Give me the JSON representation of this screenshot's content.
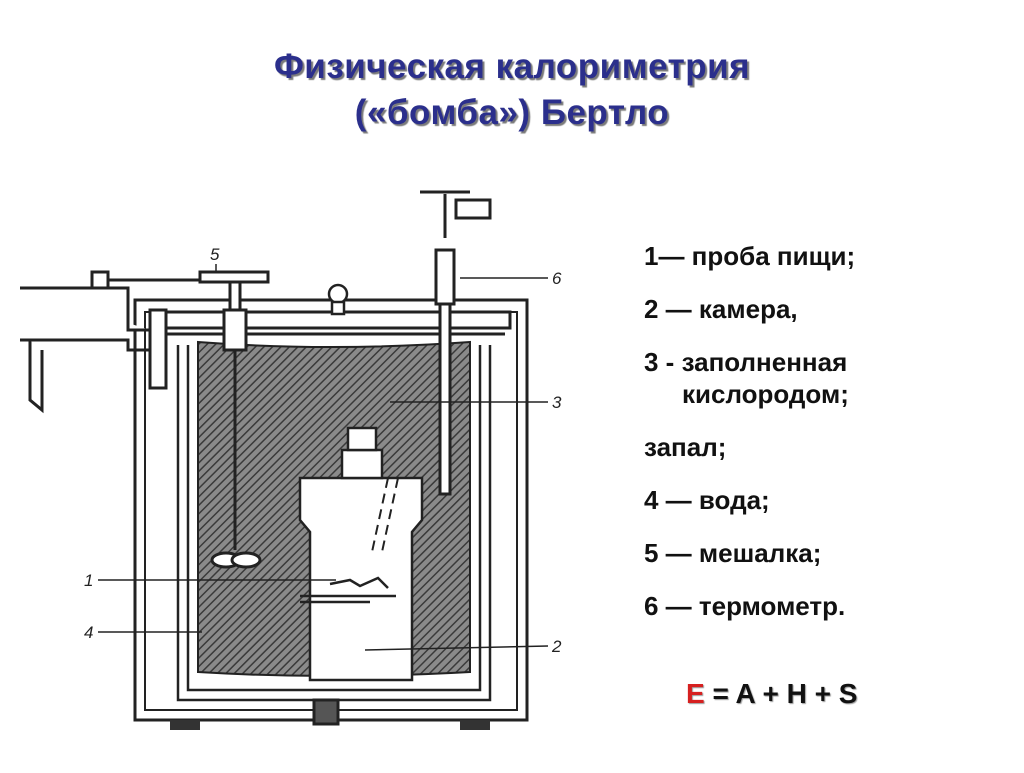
{
  "title": {
    "line1": "Физическая калориметрия",
    "line2": "(«бомба») Бертло"
  },
  "legend": {
    "items": [
      "1— проба пищи;",
      "2 — камера,",
      "3 - заполненная",
      "кислородом;",
      "запал;",
      "4 — вода;",
      "5 — мешалка;",
      "6 — термометр."
    ]
  },
  "formula": {
    "e": "E",
    "rest": " = A + H + S"
  },
  "diagram": {
    "labels": [
      "1",
      "2",
      "3",
      "4",
      "5",
      "6"
    ]
  },
  "colors": {
    "title": "#2b2f8c",
    "formula_e": "#d62020",
    "water_hatch": "#5a5a5a",
    "line": "#222222"
  }
}
